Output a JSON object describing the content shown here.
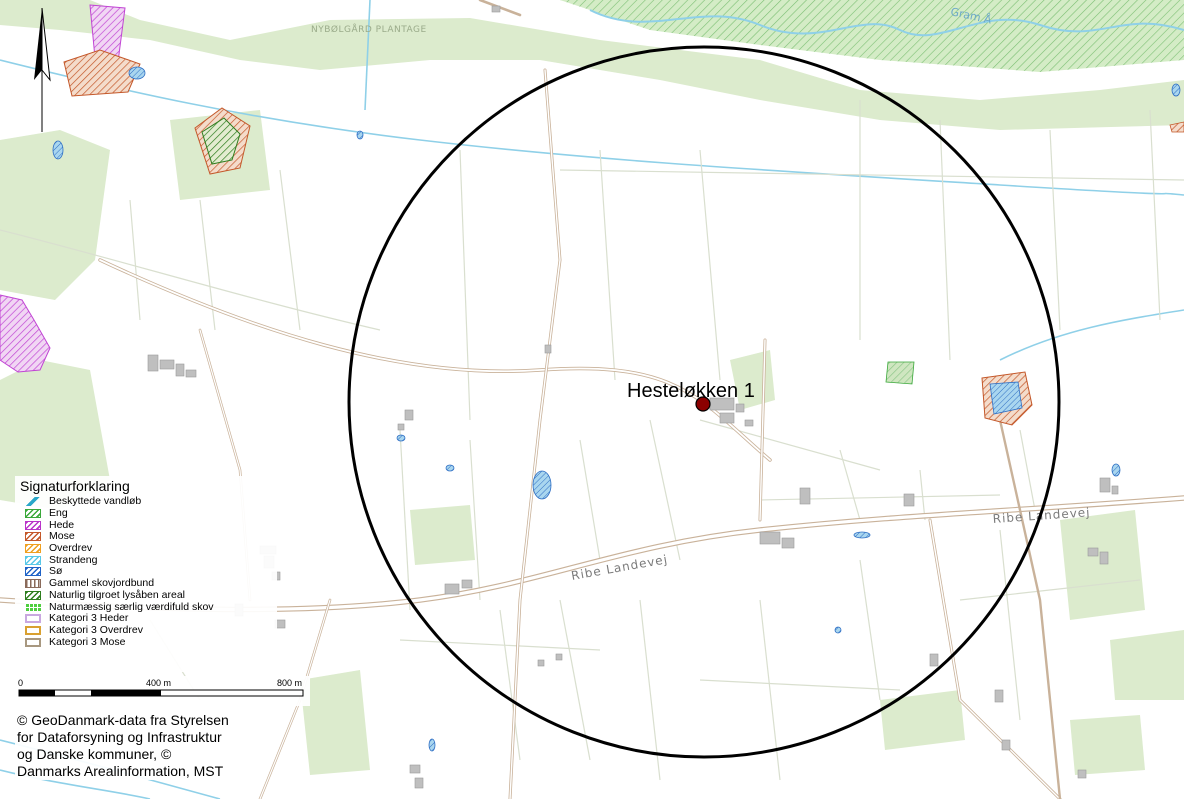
{
  "map": {
    "place_labels": {
      "plantage": "NYBØLGÅRD PLANTAGE",
      "river": "Gram Å",
      "road_east": "Ribe Landevej",
      "road_west": "Ribe Landevej"
    },
    "site_label": "Hesteløkken 1"
  },
  "legend": {
    "title": "Signaturforklaring",
    "items": [
      {
        "label": "Beskyttede vandløb",
        "color": "#2aa7c9",
        "style": "line"
      },
      {
        "label": "Eng",
        "color": "#3aa83a",
        "style": "hatch"
      },
      {
        "label": "Hede",
        "color": "#b933c9",
        "style": "hatch"
      },
      {
        "label": "Mose",
        "color": "#c4582a",
        "style": "hatch"
      },
      {
        "label": "Overdrev",
        "color": "#f0a020",
        "style": "hatch"
      },
      {
        "label": "Strandeng",
        "color": "#58c8e8",
        "style": "hatch"
      },
      {
        "label": "Sø",
        "color": "#1f63c7",
        "style": "hatch"
      },
      {
        "label": "Gammel skovjordbund",
        "color": "#8a6a5a",
        "style": "vert"
      },
      {
        "label": "Naturlig tilgroet lysåben areal",
        "color": "#2e7d1e",
        "style": "hatch"
      },
      {
        "label": "Naturmæssig særlig værdifuld skov",
        "color": "#4fcf3f",
        "style": "grid"
      },
      {
        "label": "Kategori 3 Heder",
        "color": "#c9a8e0",
        "style": "outline"
      },
      {
        "label": "Kategori 3 Overdrev",
        "color": "#d9a030",
        "style": "outline"
      },
      {
        "label": "Kategori 3 Mose",
        "color": "#a89880",
        "style": "outline"
      }
    ]
  },
  "scalebar": {
    "ticks": [
      "0",
      "400 m",
      "800 m"
    ]
  },
  "credit": "© GeoDanmark-data fra Styrelsen for Dataforsyning og Infrastruktur og Danske kommuner, © Danmarks Arealinformation, MST",
  "colors": {
    "background": "#ffffff",
    "forest_green": "#d9e9c9",
    "road_brown": "#c9b29a",
    "water_blue": "#8fd0e8",
    "circle": "#000000",
    "site_marker": "#8b0000"
  }
}
